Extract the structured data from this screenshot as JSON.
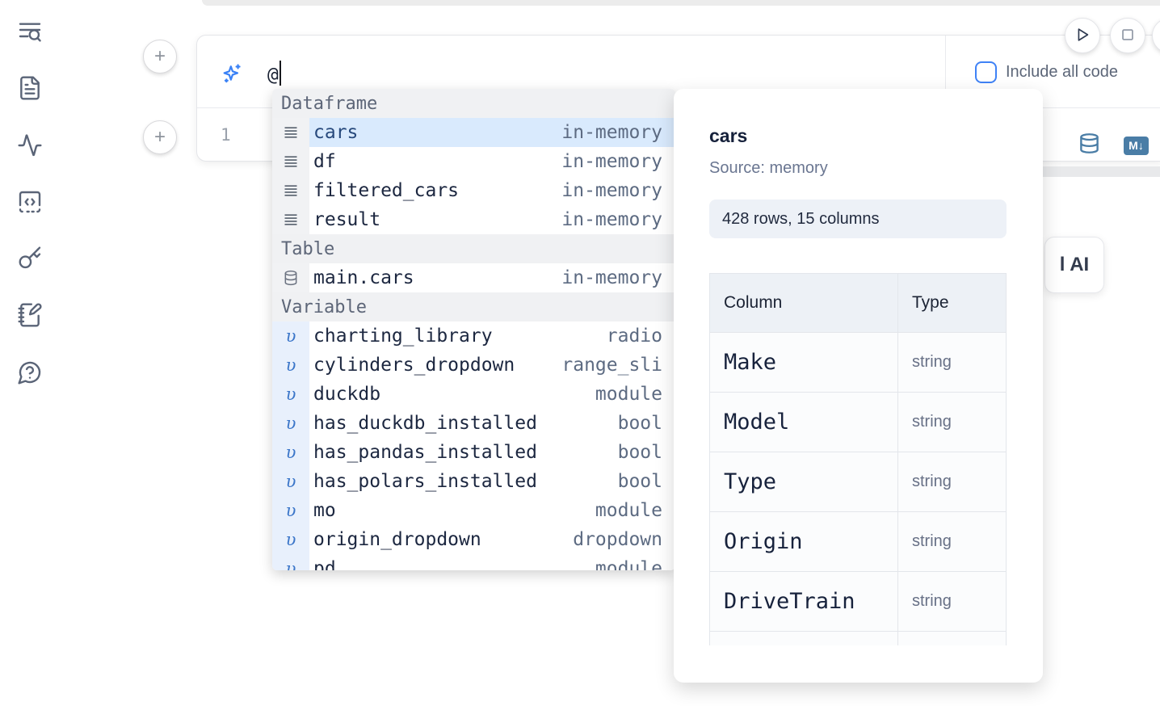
{
  "sidebar": {
    "icons": [
      "toc-search",
      "file-document",
      "activity",
      "code-snippets",
      "keyboard-shortcuts",
      "scratchpad",
      "help-chat"
    ]
  },
  "add_cell": {
    "plus_label": "+"
  },
  "run_controls": {
    "play_icon": "play",
    "stop_icon": "stop"
  },
  "ai_prompt": {
    "value": "@",
    "sparkle_icon": "ai-sparkle",
    "include_code_label": "Include all code",
    "include_code_checked": false
  },
  "code_cell": {
    "line_number": "1",
    "database_icon": "database",
    "markdown_badge_label": "M↓"
  },
  "ai_button": {
    "visible_label": "l AI"
  },
  "autocomplete": {
    "variable_glyph": "υ",
    "sections": [
      {
        "label": "Dataframe",
        "items": [
          {
            "name": "cars",
            "type": "in-memory",
            "icon": "dataframe-rows-icon",
            "selected": true
          },
          {
            "name": "df",
            "type": "in-memory",
            "icon": "dataframe-rows-icon",
            "selected": false
          },
          {
            "name": "filtered_cars",
            "type": "in-memory",
            "icon": "dataframe-rows-icon",
            "selected": false
          },
          {
            "name": "result",
            "type": "in-memory",
            "icon": "dataframe-rows-icon",
            "selected": false
          }
        ]
      },
      {
        "label": "Table",
        "items": [
          {
            "name": "main.cars",
            "type": "in-memory",
            "icon": "database-icon",
            "selected": false
          }
        ]
      },
      {
        "label": "Variable",
        "items": [
          {
            "name": "charting_library",
            "type": "radio",
            "icon": "variable-icon",
            "selected": false
          },
          {
            "name": "cylinders_dropdown",
            "type": "range_sli",
            "icon": "variable-icon",
            "selected": false
          },
          {
            "name": "duckdb",
            "type": "module",
            "icon": "variable-icon",
            "selected": false
          },
          {
            "name": "has_duckdb_installed",
            "type": "bool",
            "icon": "variable-icon",
            "selected": false
          },
          {
            "name": "has_pandas_installed",
            "type": "bool",
            "icon": "variable-icon",
            "selected": false
          },
          {
            "name": "has_polars_installed",
            "type": "bool",
            "icon": "variable-icon",
            "selected": false
          },
          {
            "name": "mo",
            "type": "module",
            "icon": "variable-icon",
            "selected": false
          },
          {
            "name": "origin_dropdown",
            "type": "dropdown",
            "icon": "variable-icon",
            "selected": false
          },
          {
            "name": "pd",
            "type": "module",
            "icon": "variable-icon",
            "selected": false,
            "clipped": true
          }
        ]
      }
    ]
  },
  "preview": {
    "title": "cars",
    "source_label": "Source: memory",
    "shape_label": "428 rows, 15 columns",
    "table": {
      "col_header": "Column",
      "type_header": "Type",
      "rows": [
        {
          "column": "Make",
          "type": "string"
        },
        {
          "column": "Model",
          "type": "string"
        },
        {
          "column": "Type",
          "type": "string"
        },
        {
          "column": "Origin",
          "type": "string"
        },
        {
          "column": "DriveTrain",
          "type": "string"
        },
        {
          "column": "",
          "type": ""
        }
      ]
    }
  },
  "colors": {
    "accent_blue": "#3b82f6",
    "steel_blue": "#4a7da6",
    "selected_row": "#d9eafd"
  }
}
